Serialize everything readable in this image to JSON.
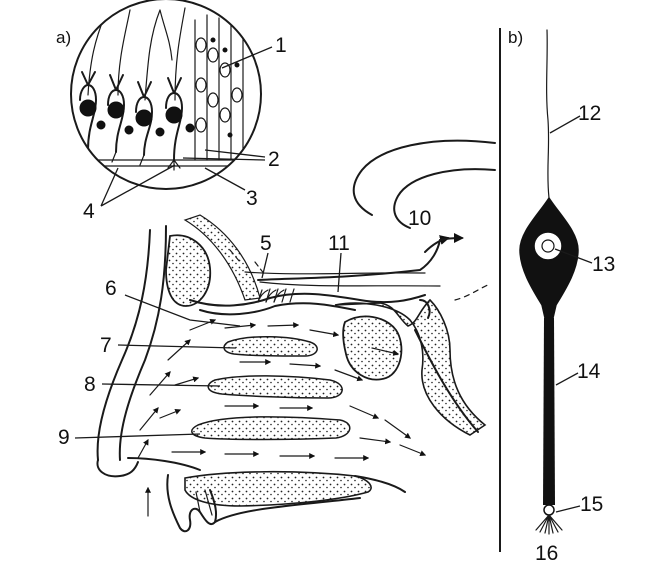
{
  "panels": {
    "a": "a)",
    "b": "b)"
  },
  "labels": {
    "n1": "1",
    "n2": "2",
    "n3": "3",
    "n4": "4",
    "n5": "5",
    "n6": "6",
    "n7": "7",
    "n8": "8",
    "n9": "9",
    "n10": "10",
    "n11": "11",
    "n12": "12",
    "n13": "13",
    "n14": "14",
    "n15": "15",
    "n16": "16"
  },
  "colors": {
    "ink": "#1a1a1a",
    "background": "#ffffff"
  }
}
